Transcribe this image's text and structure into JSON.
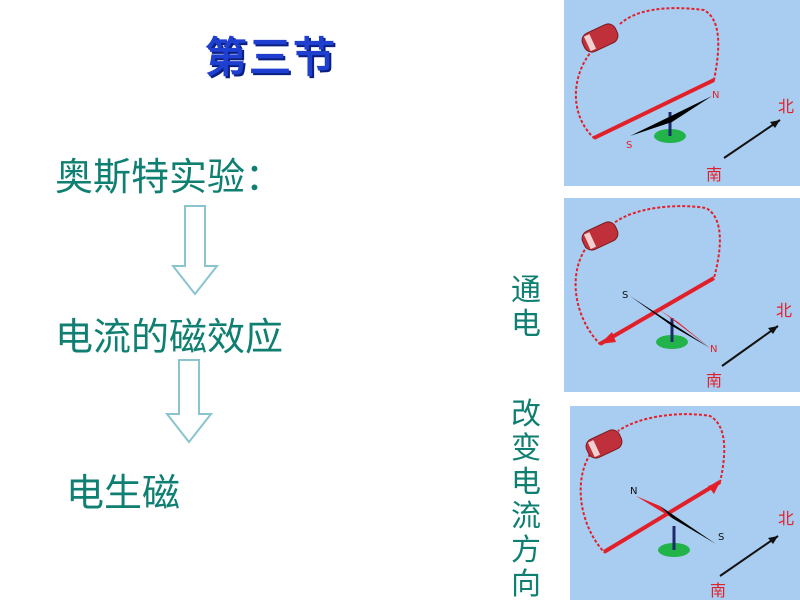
{
  "title": "第三节",
  "heading": "奥斯特实验：",
  "effect": "电流的磁效应",
  "result": "电生磁",
  "side_label_1": [
    "通",
    "电"
  ],
  "side_label_2": [
    "改",
    "变",
    "电",
    "流",
    "方",
    "向"
  ],
  "panels": [
    {
      "north": "北",
      "south": "南",
      "pole_n": "N",
      "pole_s": "S"
    },
    {
      "north": "北",
      "south": "南",
      "pole_n": "N",
      "pole_s": "S"
    },
    {
      "north": "北",
      "south": "南",
      "pole_n": "N",
      "pole_s": "S"
    }
  ],
  "colors": {
    "title": "#1f3fd0",
    "text": "#0f7f72",
    "panel_bg": "#a9cdf0",
    "wire": "#e2202a"
  }
}
